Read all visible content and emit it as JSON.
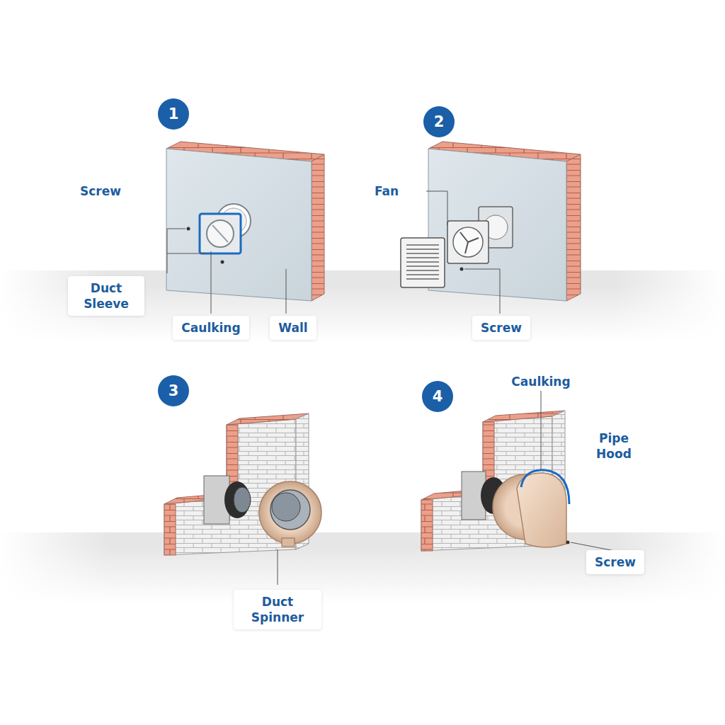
{
  "diagram": {
    "nodes": [
      {
        "text": [
          "1"
        ]
      },
      {
        "text": [
          "Duct Sleeve"
        ]
      },
      {
        "text": [
          "Caulking"
        ]
      },
      {
        "text": [
          "Wall"
        ]
      },
      {
        "text": [
          "2"
        ]
      },
      {
        "text": [
          "Screw"
        ]
      },
      {
        "text": [
          "3"
        ]
      },
      {
        "text": [
          "Duct Spinner"
        ]
      },
      {
        "text": [
          "4"
        ]
      },
      {
        "text": [
          "Screw"
        ]
      }
    ],
    "labels": [
      "Screw",
      "Fan",
      "Caulking",
      "Pipe Hood"
    ]
  }
}
